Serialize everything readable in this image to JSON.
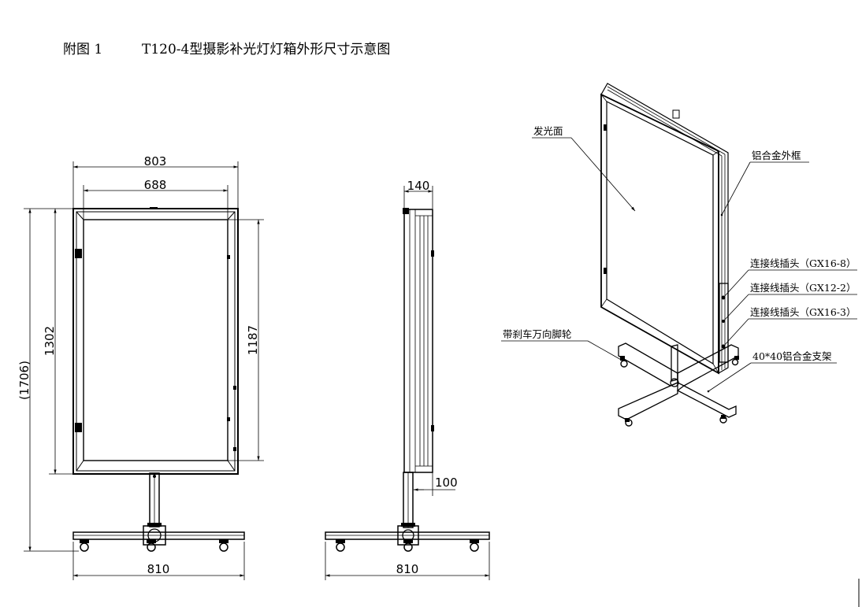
{
  "title": {
    "figure_no": "附图 1",
    "text": "T120-4型摄影补光灯灯箱外形尺寸示意图"
  },
  "front_view": {
    "dims": {
      "overall_width": "803",
      "inner_width": "688",
      "overall_height": "(1706)",
      "frame_height": "1302",
      "inner_height": "1187",
      "base_width": "810"
    }
  },
  "side_view": {
    "dims": {
      "depth": "140",
      "bottom_offset": "100",
      "base_width": "810"
    }
  },
  "iso_view": {
    "labels": {
      "panel": "发光面",
      "outer_frame": "铝合金外框",
      "plug1": "连接线插头（GX16-8）",
      "plug2": "连接线插头（GX12-2）",
      "plug3": "连接线插头（GX16-3）",
      "casters": "带刹车万向脚轮",
      "stand": "40*40铝合金支架"
    }
  }
}
